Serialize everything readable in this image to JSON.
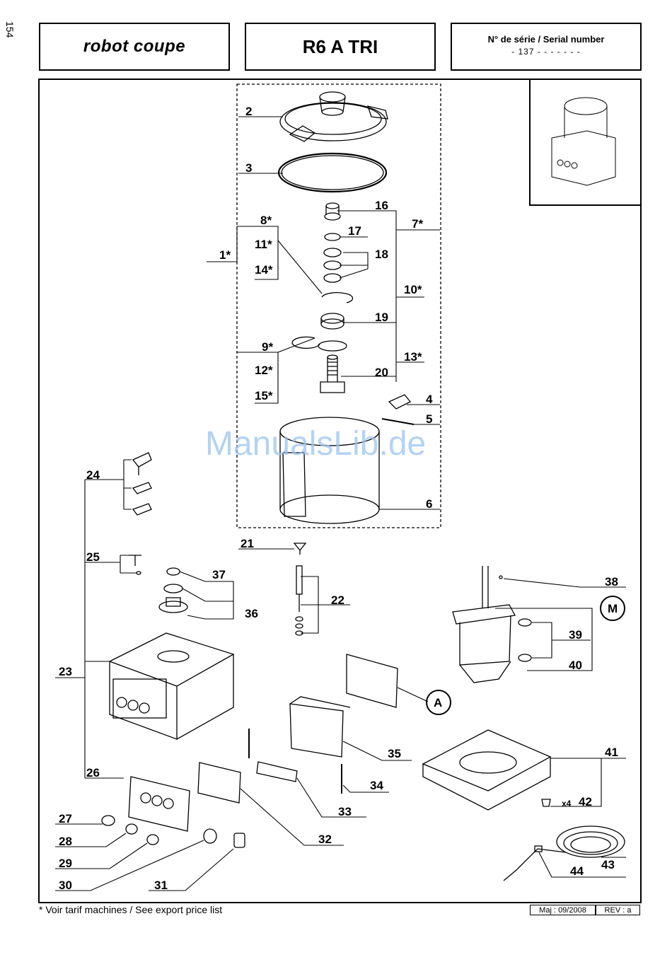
{
  "header": {
    "brand": "robot coupe",
    "model": "R6 A TRI",
    "serial_label": "N° de série / Serial number",
    "serial_value": "- 137 - - - - -   - -"
  },
  "page_number": "154",
  "footer": {
    "note": "* Voir tarif machines / See export price list",
    "maj": "Maj : 09/2008",
    "rev": "REV : a"
  },
  "watermark": "ManualsLib.de",
  "callouts": {
    "p1": "1*",
    "p2": "2",
    "p3": "3",
    "p4": "4",
    "p5": "5",
    "p6": "6",
    "p7": "7*",
    "p8": "8*",
    "p9": "9*",
    "p10": "10*",
    "p11": "11*",
    "p12": "12*",
    "p13": "13*",
    "p14": "14*",
    "p15": "15*",
    "p16": "16",
    "p17": "17",
    "p18": "18",
    "p19": "19",
    "p20": "20",
    "p21": "21",
    "p22": "22",
    "p23": "23",
    "p24": "24",
    "p25": "25",
    "p26": "26",
    "p27": "27",
    "p28": "28",
    "p29": "29",
    "p30": "30",
    "p31": "31",
    "p32": "32",
    "p33": "33",
    "p34": "34",
    "p35": "35",
    "p36": "36",
    "p37": "37",
    "p38": "38",
    "p39": "39",
    "p40": "40",
    "p41": "41",
    "p42": "42",
    "p43": "43",
    "p44": "44",
    "x4": "x4",
    "M": "M",
    "A": "A"
  }
}
